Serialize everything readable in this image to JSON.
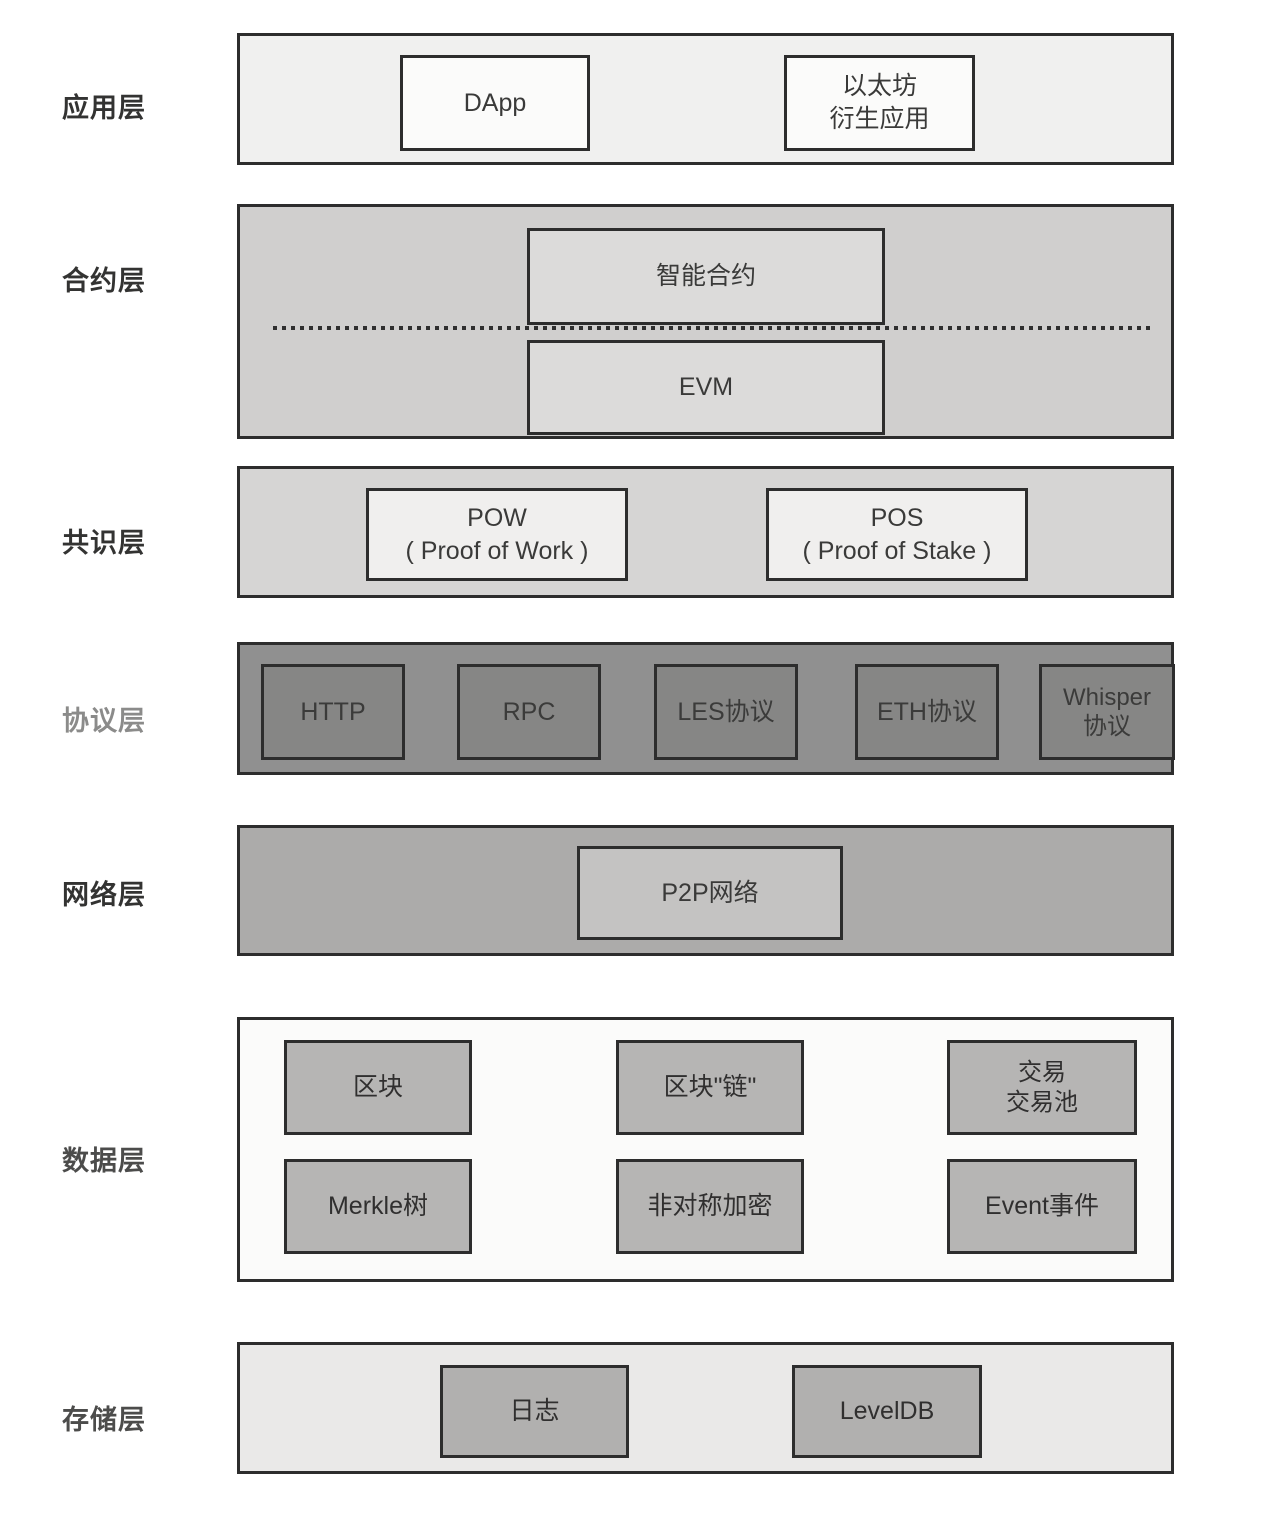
{
  "colors": {
    "page_background": "#ffffff",
    "border": "#2d2d2d",
    "band_application": "#f0f0ef",
    "band_contract": "#d0cfce",
    "band_consensus": "#d6d5d4",
    "band_protocol": "#909090",
    "band_network": "#acabaa",
    "band_data": "#fbfbfa",
    "band_storage": "#eae9e8",
    "box_application_inner": "#fbfbfa",
    "box_contract_inner": "#dcdbda",
    "box_consensus_inner": "#f0efee",
    "box_protocol_inner": "#868685",
    "box_network_inner": "#c4c3c2",
    "box_data_inner": "#b6b5b4",
    "box_storage_inner": "#b1b0af"
  },
  "layers": {
    "application": {
      "label": "应用层",
      "dapp": "DApp",
      "eth_derived_line1": "以太坊",
      "eth_derived_line2": "衍生应用"
    },
    "contract": {
      "label": "合约层",
      "smart_contract": "智能合约",
      "evm": "EVM"
    },
    "consensus": {
      "label": "共识层",
      "pow_title": "POW",
      "pow_sub": "( Proof of Work )",
      "pos_title": "POS",
      "pos_sub": "( Proof of Stake )"
    },
    "protocol": {
      "label": "协议层",
      "http": "HTTP",
      "rpc": "RPC",
      "les": "LES协议",
      "eth": "ETH协议",
      "whisper_line1": "Whisper",
      "whisper_line2": "协议"
    },
    "network": {
      "label": "网络层",
      "p2p": "P2P网络"
    },
    "data": {
      "label": "数据层",
      "block": "区块",
      "blockchain": "区块\"链\"",
      "tx_line1": "交易",
      "tx_line2": "交易池",
      "merkle": "Merkle树",
      "asym_encryption": "非对称加密",
      "event": "Event事件"
    },
    "storage": {
      "label": "存储层",
      "log": "日志",
      "leveldb": "LevelDB"
    }
  }
}
